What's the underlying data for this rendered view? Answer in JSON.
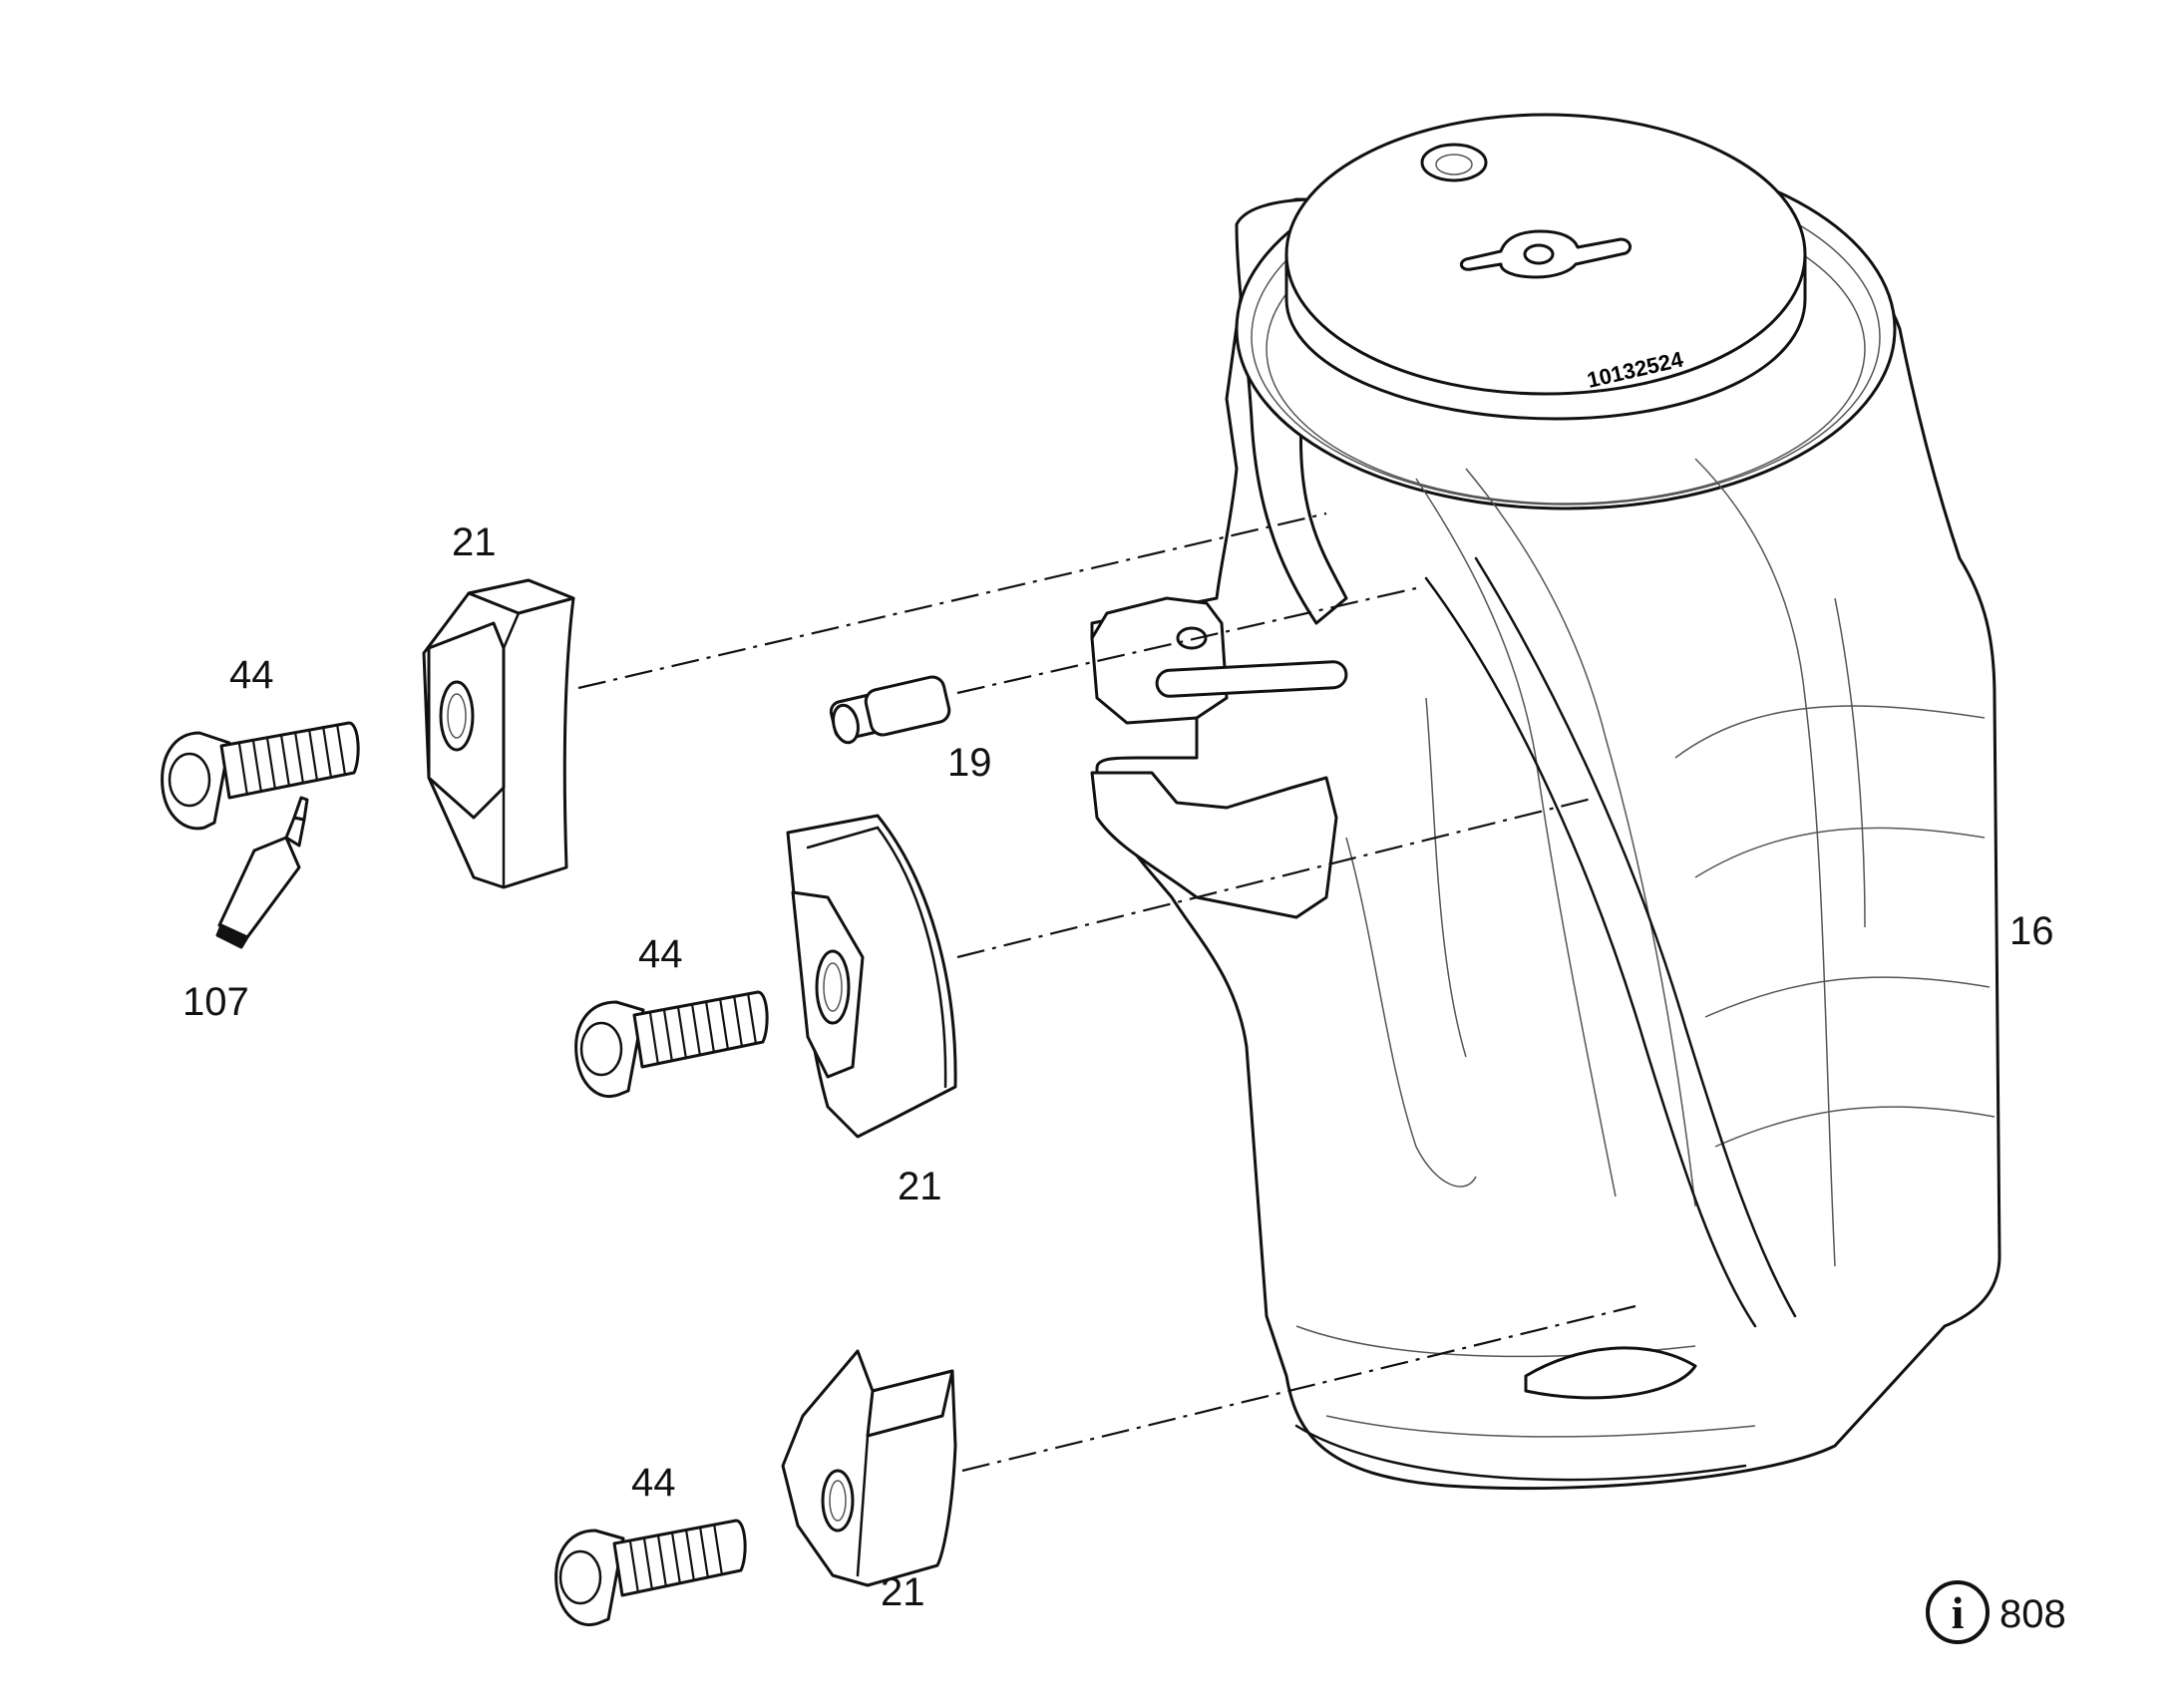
{
  "drawing": {
    "callouts": {
      "part_16": "16",
      "part_19": "19",
      "part_21_top": "21",
      "part_21_middle": "21",
      "part_21_bottom": "21",
      "part_44_top": "44",
      "part_44_middle": "44",
      "part_44_bottom": "44",
      "part_107": "107"
    },
    "engraving": "10132524",
    "info": {
      "icon": "info-circle-icon",
      "symbol": "i",
      "code": "808"
    }
  }
}
